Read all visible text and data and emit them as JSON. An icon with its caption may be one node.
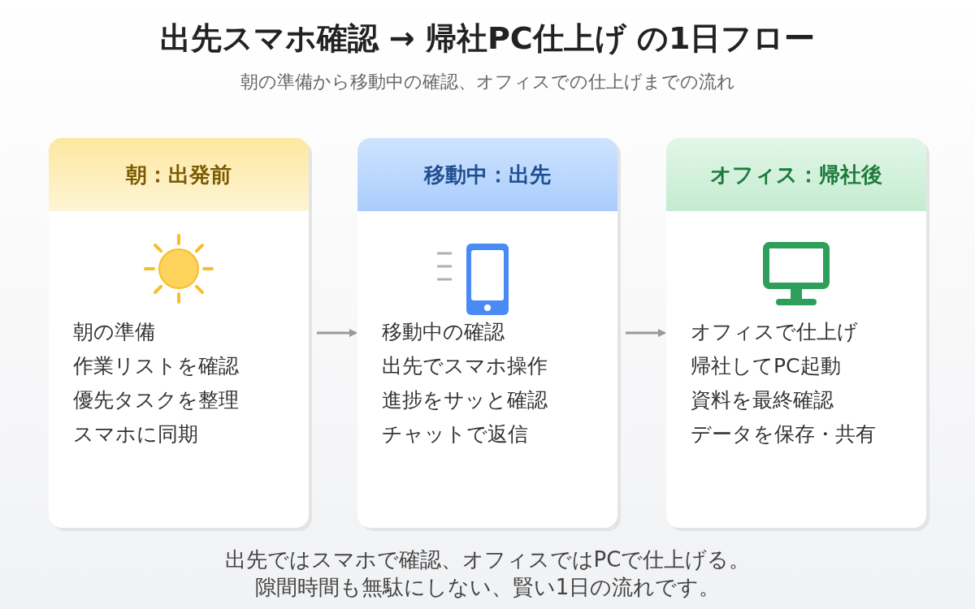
{
  "diagram": {
    "title": "出先スマホ確認 → 帰社PC仕上げ の1日フロー",
    "caption": "出先ではスマホで確認、オフィスではPCで仕上げる。隙間時間も無駄にしない、賢い1日の流れです。",
    "labels": [
      "朝の準備から移動中の確認、オフィスでの仕上げまでの流れ"
    ],
    "nodes": [
      {
        "text": [
          "朝：出発前",
          "朝の準備",
          "作業リストを確認",
          "優先タスクを整理",
          "スマホに同期"
        ]
      },
      {
        "text": [
          "移動中：出先",
          "移動中の確認",
          "出先でスマホ操作",
          "進捗をサッと確認",
          "チャットで返信"
        ]
      },
      {
        "text": [
          "オフィス：帰社後",
          "オフィスで仕上げ",
          "帰社してPC起動",
          "資料を最終確認",
          "データを保存・共有"
        ]
      }
    ],
    "edges": [
      {
        "from": 0,
        "to": 1,
        "arrow": "to"
      },
      {
        "from": 1,
        "to": 2,
        "arrow": "to"
      }
    ]
  }
}
